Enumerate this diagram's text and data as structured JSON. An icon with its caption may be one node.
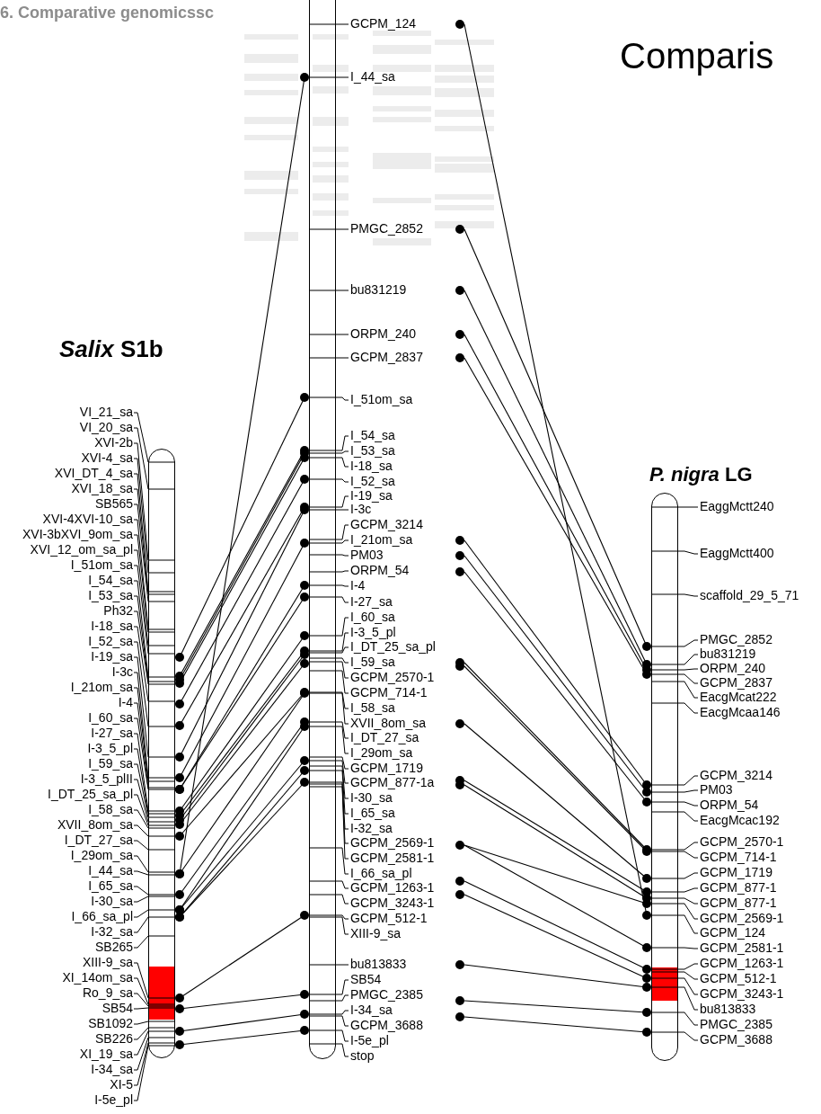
{
  "diagram": {
    "title": "Comparis",
    "nodes": [
      {
        "text": [
          "*Salix* S1b"
        ]
      },
      {
        "text": [],
        "shape": "bar"
      },
      {
        "text": [
          "*P. nigra* LG"
        ]
      },
      {
        "text": [
          "VI_21_sa"
        ]
      },
      {
        "text": [
          "VI_20_sa"
        ]
      },
      {
        "text": [
          "XVI-2b"
        ]
      },
      {
        "text": [
          "XVI-4_sa"
        ]
      },
      {
        "text": [
          "XVI_DT_4_sa"
        ]
      },
      {
        "text": [
          "XVI_18_sa"
        ]
      },
      {
        "text": [
          "SB565"
        ]
      },
      {
        "text": [
          "XVI-4XVI-10_sa"
        ]
      },
      {
        "text": [
          "XVI-3bXVI_9om_sa"
        ]
      },
      {
        "text": [
          "XVI_12_om_sa_pl"
        ]
      },
      {
        "text": [
          "I_51om_sa"
        ]
      },
      {
        "text": [
          "I_54_sa"
        ]
      },
      {
        "text": [
          "I_53_sa"
        ]
      },
      {
        "text": [
          "Ph32"
        ]
      },
      {
        "text": [
          "I-18_sa"
        ]
      },
      {
        "text": [
          "I_52_sa"
        ]
      },
      {
        "text": [
          "I-19_sa"
        ]
      },
      {
        "text": [
          "I-3c"
        ]
      },
      {
        "text": [
          "I_21om_sa"
        ]
      },
      {
        "text": [
          "I-4"
        ]
      },
      {
        "text": [
          "I_60_sa"
        ]
      },
      {
        "text": [
          "I-27_sa"
        ]
      },
      {
        "text": [
          "I-3_5_pl"
        ]
      },
      {
        "text": [
          "I_59_sa"
        ]
      },
      {
        "text": [
          "I-3_5_plII"
        ]
      },
      {
        "text": [
          "I_DT_25_sa_pl"
        ]
      },
      {
        "text": [
          "I_58_sa"
        ]
      },
      {
        "text": [
          "XVII_8om_sa"
        ]
      },
      {
        "text": [
          "I_DT_27_sa"
        ]
      },
      {
        "text": [
          "I_29om_sa"
        ]
      },
      {
        "text": [
          "I_44_sa"
        ]
      },
      {
        "text": [
          "I_65_sa"
        ]
      },
      {
        "text": [
          "I-30_sa"
        ]
      },
      {
        "text": [
          "I_66_sa_pl"
        ]
      },
      {
        "text": [
          "I-32_sa"
        ]
      },
      {
        "text": [
          "SB265"
        ]
      },
      {
        "text": [
          "XIII-9_sa"
        ]
      },
      {
        "text": [
          "XI_14om_sa"
        ]
      },
      {
        "text": [
          "Ro_9_sa"
        ]
      },
      {
        "text": [
          "SB54"
        ]
      },
      {
        "text": [
          "SB1092"
        ]
      },
      {
        "text": [
          "SB226"
        ]
      },
      {
        "text": [
          "XI_19_sa"
        ]
      },
      {
        "text": [
          "I-34_sa"
        ]
      },
      {
        "text": [
          "XI-5"
        ]
      },
      {
        "text": [
          "I-5e_pl"
        ]
      },
      {
        "text": [
          "GCPM_124"
        ]
      },
      {
        "text": [
          "I_44_sa"
        ]
      },
      {
        "text": [
          "PMGC_2852"
        ]
      },
      {
        "text": [
          "bu831219"
        ]
      },
      {
        "text": [
          "ORPM_240"
        ]
      },
      {
        "text": [
          "GCPM_2837"
        ]
      },
      {
        "text": [
          "I_51om_sa"
        ]
      },
      {
        "text": [
          "I_54_sa"
        ]
      },
      {
        "text": [
          "I_53_sa"
        ]
      },
      {
        "text": [
          "I-18_sa"
        ]
      },
      {
        "text": [
          "I_52_sa"
        ]
      },
      {
        "text": [
          "I-19_sa"
        ]
      },
      {
        "text": [
          "I-3c"
        ]
      },
      {
        "text": [
          "GCPM_3214"
        ]
      },
      {
        "text": [
          "I_21om_sa"
        ]
      },
      {
        "text": [
          "PM03"
        ]
      },
      {
        "text": [
          "ORPM_54"
        ]
      },
      {
        "text": [
          "I-4"
        ]
      },
      {
        "text": [
          "I-27_sa"
        ]
      },
      {
        "text": [
          "I_60_sa"
        ]
      },
      {
        "text": [
          "I-3_5_pl"
        ]
      },
      {
        "text": [
          "I_DT_25_sa_pl"
        ]
      },
      {
        "text": [
          "I_59_sa"
        ]
      },
      {
        "text": [
          "GCPM_2570-1"
        ]
      },
      {
        "text": [
          "GCPM_714-1"
        ]
      },
      {
        "text": [
          "I_58_sa"
        ]
      },
      {
        "text": [
          "XVII_8om_sa"
        ]
      },
      {
        "text": [
          "I_DT_27_sa"
        ]
      },
      {
        "text": [
          "I_29om_sa"
        ]
      },
      {
        "text": [
          "GCPM_1719"
        ]
      },
      {
        "text": [
          "GCPM_877-1a"
        ]
      },
      {
        "text": [
          "I-30_sa"
        ]
      },
      {
        "text": [
          "I_65_sa"
        ]
      },
      {
        "text": [
          "I-32_sa"
        ]
      },
      {
        "text": [
          "GCPM_2569-1"
        ]
      },
      {
        "text": [
          "GCPM_2581-1"
        ]
      },
      {
        "text": [
          "I_66_sa_pl"
        ]
      },
      {
        "text": [
          "GCPM_1263-1"
        ]
      },
      {
        "text": [
          "GCPM_3243-1"
        ]
      },
      {
        "text": [
          "GCPM_512-1"
        ]
      },
      {
        "text": [
          "XIII-9_sa"
        ]
      },
      {
        "text": [
          "bu813833"
        ]
      },
      {
        "text": [
          "SB54"
        ]
      },
      {
        "text": [
          "PMGC_2385"
        ]
      },
      {
        "text": [
          "I-34_sa"
        ]
      },
      {
        "text": [
          "GCPM_3688"
        ]
      },
      {
        "text": [
          "I-5e_pl"
        ]
      },
      {
        "text": [
          "stop"
        ]
      },
      {
        "text": [
          "EaggMctt240"
        ]
      },
      {
        "text": [
          "EaggMctt400"
        ]
      },
      {
        "text": [
          "scaffold_29_5_71"
        ]
      },
      {
        "text": [
          "PMGC_2852"
        ]
      },
      {
        "text": [
          "bu831219"
        ]
      },
      {
        "text": [
          "ORPM_240"
        ]
      },
      {
        "text": [
          "GCPM_2837"
        ]
      },
      {
        "text": [
          "EacgMcat222"
        ]
      },
      {
        "text": [
          "EacgMcaa146"
        ]
      },
      {
        "text": [
          "GCPM_3214"
        ]
      },
      {
        "text": [
          "PM03"
        ]
      },
      {
        "text": [
          "ORPM_54"
        ]
      },
      {
        "text": [
          "EacgMcac192"
        ]
      },
      {
        "text": [
          "GCPM_2570-1"
        ]
      },
      {
        "text": [
          "GCPM_714-1"
        ]
      },
      {
        "text": [
          "GCPM_1719"
        ]
      },
      {
        "text": [
          "GCPM_877-1"
        ]
      },
      {
        "text": [
          "GCPM_877-1"
        ]
      },
      {
        "text": [
          "GCPM_2569-1"
        ]
      },
      {
        "text": [
          "GCPM_124"
        ]
      },
      {
        "text": [
          "GCPM_2581-1"
        ]
      },
      {
        "text": [
          "GCPM_1263-1"
        ]
      },
      {
        "text": [
          "GCPM_512-1"
        ]
      },
      {
        "text": [
          "GCPM_3243-1"
        ]
      },
      {
        "text": [
          "bu813833"
        ]
      },
      {
        "text": [
          "PMGC_2385"
        ]
      },
      {
        "text": [
          "GCPM_3688"
        ]
      },
      {
        "text": [],
        "shape": "circle"
      },
      {
        "text": [],
        "shape": "circle"
      },
      {
        "text": [],
        "shape": "circle"
      },
      {
        "text": [],
        "shape": "circle"
      },
      {
        "text": [],
        "shape": "circle"
      },
      {
        "text": [],
        "shape": "circle"
      },
      {
        "text": [],
        "shape": "circle"
      },
      {
        "text": [],
        "shape": "circle"
      },
      {
        "text": [],
        "shape": "circle"
      },
      {
        "text": [],
        "shape": "circle"
      },
      {
        "text": [],
        "shape": "circle"
      },
      {
        "text": [],
        "shape": "circle"
      },
      {
        "text": [],
        "shape": "circle"
      },
      {
        "text": [],
        "shape": "circle"
      },
      {
        "text": [],
        "shape": "circle"
      },
      {
        "text": [],
        "shape": "circle"
      },
      {
        "text": [],
        "shape": "circle"
      },
      {
        "text": [],
        "shape": "circle"
      },
      {
        "text": [],
        "shape": "circle"
      }
    ],
    "edges": [
      {
        "from": 0,
        "to": 1,
        "arrow": "other"
      },
      {
        "from": 0,
        "to": 1,
        "arrow": "other"
      },
      {
        "from": 0,
        "to": 1,
        "arrow": "other"
      },
      {
        "from": 0,
        "to": 1,
        "arrow": "other"
      },
      {
        "from": 0,
        "to": 1,
        "arrow": "other"
      },
      {
        "from": 0,
        "to": 1,
        "arrow": "other"
      },
      {
        "from": 0,
        "to": 1,
        "arrow": "other"
      },
      {
        "from": 0,
        "to": 1,
        "arrow": "other"
      },
      {
        "from": 0,
        "to": 1,
        "arrow": "other"
      },
      {
        "from": 0,
        "to": 1,
        "arrow": "other"
      },
      {
        "from": 0,
        "to": 1,
        "arrow": "other"
      },
      {
        "from": 0,
        "to": 1,
        "arrow": "other"
      },
      {
        "from": 0,
        "to": 1,
        "arrow": "other"
      },
      {
        "from": 0,
        "to": 1,
        "arrow": "other"
      },
      {
        "from": 0,
        "to": 1,
        "arrow": "other"
      },
      {
        "from": 0,
        "to": 1,
        "arrow": "other"
      },
      {
        "from": 0,
        "to": 1,
        "arrow": "other"
      },
      {
        "from": 0,
        "to": 1,
        "arrow": "other"
      },
      {
        "from": 0,
        "to": 1,
        "arrow": "other"
      },
      {
        "from": 0,
        "to": 1,
        "arrow": "other"
      },
      {
        "from": 0,
        "to": 1,
        "arrow": "other"
      },
      {
        "from": 0,
        "to": 1,
        "arrow": "other"
      },
      {
        "from": 0,
        "to": 1,
        "arrow": "other"
      },
      {
        "from": 0,
        "to": 1,
        "arrow": "other"
      },
      {
        "from": 0,
        "to": 1,
        "arrow": "other"
      },
      {
        "from": 0,
        "to": 1,
        "arrow": "other"
      },
      {
        "from": 124,
        "to": 2,
        "arrow": "other"
      },
      {
        "from": 125,
        "to": 2,
        "arrow": "other"
      },
      {
        "from": 126,
        "to": 2,
        "arrow": "other"
      },
      {
        "from": 127,
        "to": 2,
        "arrow": "other"
      },
      {
        "from": 128,
        "to": 2,
        "arrow": "other"
      },
      {
        "from": 129,
        "to": 2,
        "arrow": "other"
      },
      {
        "from": 130,
        "to": 2,
        "arrow": "other"
      },
      {
        "from": 131,
        "to": 2,
        "arrow": "other"
      },
      {
        "from": 132,
        "to": 2,
        "arrow": "other"
      },
      {
        "from": 133,
        "to": 2,
        "arrow": "other"
      },
      {
        "from": 134,
        "to": 2,
        "arrow": "other"
      },
      {
        "from": 135,
        "to": 2,
        "arrow": "other"
      },
      {
        "from": 136,
        "to": 2,
        "arrow": "other"
      },
      {
        "from": 137,
        "to": 2,
        "arrow": "other"
      },
      {
        "from": 137,
        "to": 2,
        "arrow": "other"
      },
      {
        "from": 138,
        "to": 2,
        "arrow": "other"
      },
      {
        "from": 139,
        "to": 2,
        "arrow": "other"
      },
      {
        "from": 140,
        "to": 2,
        "arrow": "other"
      },
      {
        "from": 141,
        "to": 2,
        "arrow": "other"
      },
      {
        "from": 142,
        "to": 2,
        "arrow": "other"
      },
      {
        "from": 3,
        "to": 0,
        "arrow": "none"
      },
      {
        "from": 4,
        "to": 0,
        "arrow": "none"
      },
      {
        "from": 5,
        "to": 0,
        "arrow": "none"
      },
      {
        "from": 6,
        "to": 0,
        "arrow": "none"
      },
      {
        "from": 7,
        "to": 0,
        "arrow": "none"
      },
      {
        "from": 8,
        "to": 0,
        "arrow": "none"
      },
      {
        "from": 9,
        "to": 0,
        "arrow": "none"
      },
      {
        "from": 10,
        "to": 0,
        "arrow": "none"
      },
      {
        "from": 11,
        "to": 0,
        "arrow": "none"
      },
      {
        "from": 12,
        "to": 0,
        "arrow": "none"
      },
      {
        "from": 13,
        "to": 0,
        "arrow": "none"
      },
      {
        "from": 14,
        "to": 0,
        "arrow": "none"
      },
      {
        "from": 15,
        "to": 0,
        "arrow": "none"
      },
      {
        "from": 16,
        "to": 0,
        "arrow": "none"
      },
      {
        "from": 17,
        "to": 0,
        "arrow": "none"
      },
      {
        "from": 18,
        "to": 0,
        "arrow": "none"
      },
      {
        "from": 19,
        "to": 0,
        "arrow": "none"
      },
      {
        "from": 20,
        "to": 0,
        "arrow": "none"
      },
      {
        "from": 21,
        "to": 0,
        "arrow": "none"
      },
      {
        "from": 22,
        "to": 0,
        "arrow": "none"
      },
      {
        "from": 23,
        "to": 0,
        "arrow": "none"
      },
      {
        "from": 24,
        "to": 0,
        "arrow": "none"
      },
      {
        "from": 25,
        "to": 0,
        "arrow": "none"
      },
      {
        "from": 26,
        "to": 0,
        "arrow": "none"
      },
      {
        "from": 27,
        "to": 0,
        "arrow": "none"
      },
      {
        "from": 28,
        "to": 0,
        "arrow": "none"
      },
      {
        "from": 29,
        "to": 0,
        "arrow": "none"
      },
      {
        "from": 30,
        "to": 0,
        "arrow": "none"
      },
      {
        "from": 31,
        "to": 0,
        "arrow": "none"
      },
      {
        "from": 32,
        "to": 0,
        "arrow": "none"
      },
      {
        "from": 33,
        "to": 0,
        "arrow": "none"
      },
      {
        "from": 34,
        "to": 0,
        "arrow": "none"
      },
      {
        "from": 35,
        "to": 0,
        "arrow": "none"
      },
      {
        "from": 36,
        "to": 0,
        "arrow": "none"
      },
      {
        "from": 37,
        "to": 0,
        "arrow": "none"
      },
      {
        "from": 38,
        "to": 0,
        "arrow": "none"
      },
      {
        "from": 39,
        "to": 0,
        "arrow": "none"
      },
      {
        "from": 40,
        "to": 0,
        "arrow": "none"
      },
      {
        "from": 41,
        "to": 0,
        "arrow": "none"
      },
      {
        "from": 42,
        "to": 0,
        "arrow": "none"
      },
      {
        "from": 43,
        "to": 0,
        "arrow": "none"
      },
      {
        "from": 44,
        "to": 0,
        "arrow": "none"
      },
      {
        "from": 45,
        "to": 0,
        "arrow": "none"
      },
      {
        "from": 46,
        "to": 0,
        "arrow": "none"
      },
      {
        "from": 47,
        "to": 0,
        "arrow": "none"
      },
      {
        "from": 48,
        "to": 0,
        "arrow": "none"
      },
      {
        "from": 49,
        "to": 1,
        "arrow": "none"
      },
      {
        "from": 50,
        "to": 1,
        "arrow": "none"
      },
      {
        "from": 51,
        "to": 1,
        "arrow": "none"
      },
      {
        "from": 52,
        "to": 1,
        "arrow": "none"
      },
      {
        "from": 53,
        "to": 1,
        "arrow": "none"
      },
      {
        "from": 54,
        "to": 1,
        "arrow": "none"
      },
      {
        "from": 55,
        "to": 1,
        "arrow": "none"
      },
      {
        "from": 56,
        "to": 1,
        "arrow": "none"
      },
      {
        "from": 57,
        "to": 1,
        "arrow": "none"
      },
      {
        "from": 58,
        "to": 1,
        "arrow": "none"
      },
      {
        "from": 59,
        "to": 1,
        "arrow": "none"
      },
      {
        "from": 60,
        "to": 1,
        "arrow": "none"
      },
      {
        "from": 61,
        "to": 1,
        "arrow": "none"
      },
      {
        "from": 62,
        "to": 1,
        "arrow": "none"
      },
      {
        "from": 63,
        "to": 1,
        "arrow": "none"
      },
      {
        "from": 64,
        "to": 1,
        "arrow": "none"
      },
      {
        "from": 65,
        "to": 1,
        "arrow": "none"
      },
      {
        "from": 66,
        "to": 1,
        "arrow": "none"
      },
      {
        "from": 67,
        "to": 1,
        "arrow": "none"
      },
      {
        "from": 68,
        "to": 1,
        "arrow": "none"
      },
      {
        "from": 69,
        "to": 1,
        "arrow": "none"
      },
      {
        "from": 70,
        "to": 1,
        "arrow": "none"
      },
      {
        "from": 71,
        "to": 1,
        "arrow": "none"
      },
      {
        "from": 72,
        "to": 1,
        "arrow": "none"
      },
      {
        "from": 73,
        "to": 1,
        "arrow": "none"
      },
      {
        "from": 74,
        "to": 1,
        "arrow": "none"
      },
      {
        "from": 75,
        "to": 1,
        "arrow": "none"
      },
      {
        "from": 76,
        "to": 1,
        "arrow": "none"
      },
      {
        "from": 77,
        "to": 1,
        "arrow": "none"
      },
      {
        "from": 78,
        "to": 1,
        "arrow": "none"
      },
      {
        "from": 79,
        "to": 1,
        "arrow": "none"
      },
      {
        "from": 80,
        "to": 1,
        "arrow": "none"
      },
      {
        "from": 81,
        "to": 1,
        "arrow": "none"
      },
      {
        "from": 82,
        "to": 1,
        "arrow": "none"
      },
      {
        "from": 83,
        "to": 1,
        "arrow": "none"
      },
      {
        "from": 84,
        "to": 1,
        "arrow": "none"
      },
      {
        "from": 85,
        "to": 1,
        "arrow": "none"
      },
      {
        "from": 86,
        "to": 1,
        "arrow": "none"
      },
      {
        "from": 87,
        "to": 1,
        "arrow": "none"
      },
      {
        "from": 88,
        "to": 1,
        "arrow": "none"
      },
      {
        "from": 89,
        "to": 1,
        "arrow": "none"
      },
      {
        "from": 90,
        "to": 1,
        "arrow": "none"
      },
      {
        "from": 91,
        "to": 1,
        "arrow": "none"
      },
      {
        "from": 92,
        "to": 1,
        "arrow": "none"
      },
      {
        "from": 93,
        "to": 1,
        "arrow": "none"
      },
      {
        "from": 94,
        "to": 1,
        "arrow": "none"
      },
      {
        "from": 95,
        "to": 1,
        "arrow": "none"
      },
      {
        "from": 96,
        "to": 1,
        "arrow": "none"
      },
      {
        "from": 97,
        "to": 2,
        "arrow": "none"
      },
      {
        "from": 98,
        "to": 2,
        "arrow": "none"
      },
      {
        "from": 99,
        "to": 2,
        "arrow": "none"
      },
      {
        "from": 100,
        "to": 2,
        "arrow": "none"
      },
      {
        "from": 101,
        "to": 2,
        "arrow": "none"
      },
      {
        "from": 102,
        "to": 2,
        "arrow": "none"
      },
      {
        "from": 103,
        "to": 2,
        "arrow": "none"
      },
      {
        "from": 104,
        "to": 2,
        "arrow": "none"
      },
      {
        "from": 105,
        "to": 2,
        "arrow": "none"
      },
      {
        "from": 106,
        "to": 2,
        "arrow": "none"
      },
      {
        "from": 107,
        "to": 2,
        "arrow": "none"
      },
      {
        "from": 108,
        "to": 2,
        "arrow": "none"
      },
      {
        "from": 109,
        "to": 2,
        "arrow": "none"
      },
      {
        "from": 110,
        "to": 2,
        "arrow": "none"
      },
      {
        "from": 111,
        "to": 2,
        "arrow": "none"
      },
      {
        "from": 112,
        "to": 2,
        "arrow": "none"
      },
      {
        "from": 113,
        "to": 2,
        "arrow": "none"
      },
      {
        "from": 114,
        "to": 2,
        "arrow": "none"
      },
      {
        "from": 115,
        "to": 2,
        "arrow": "none"
      },
      {
        "from": 116,
        "to": 2,
        "arrow": "none"
      },
      {
        "from": 117,
        "to": 2,
        "arrow": "none"
      },
      {
        "from": 118,
        "to": 2,
        "arrow": "none"
      },
      {
        "from": 119,
        "to": 2,
        "arrow": "none"
      },
      {
        "from": 120,
        "to": 2,
        "arrow": "none"
      },
      {
        "from": 121,
        "to": 2,
        "arrow": "none"
      },
      {
        "from": 122,
        "to": 2,
        "arrow": "none"
      },
      {
        "from": 123,
        "to": 2,
        "arrow": "none"
      }
    ],
    "labels": [
      "6. Comparative genomicssc"
    ]
  }
}
